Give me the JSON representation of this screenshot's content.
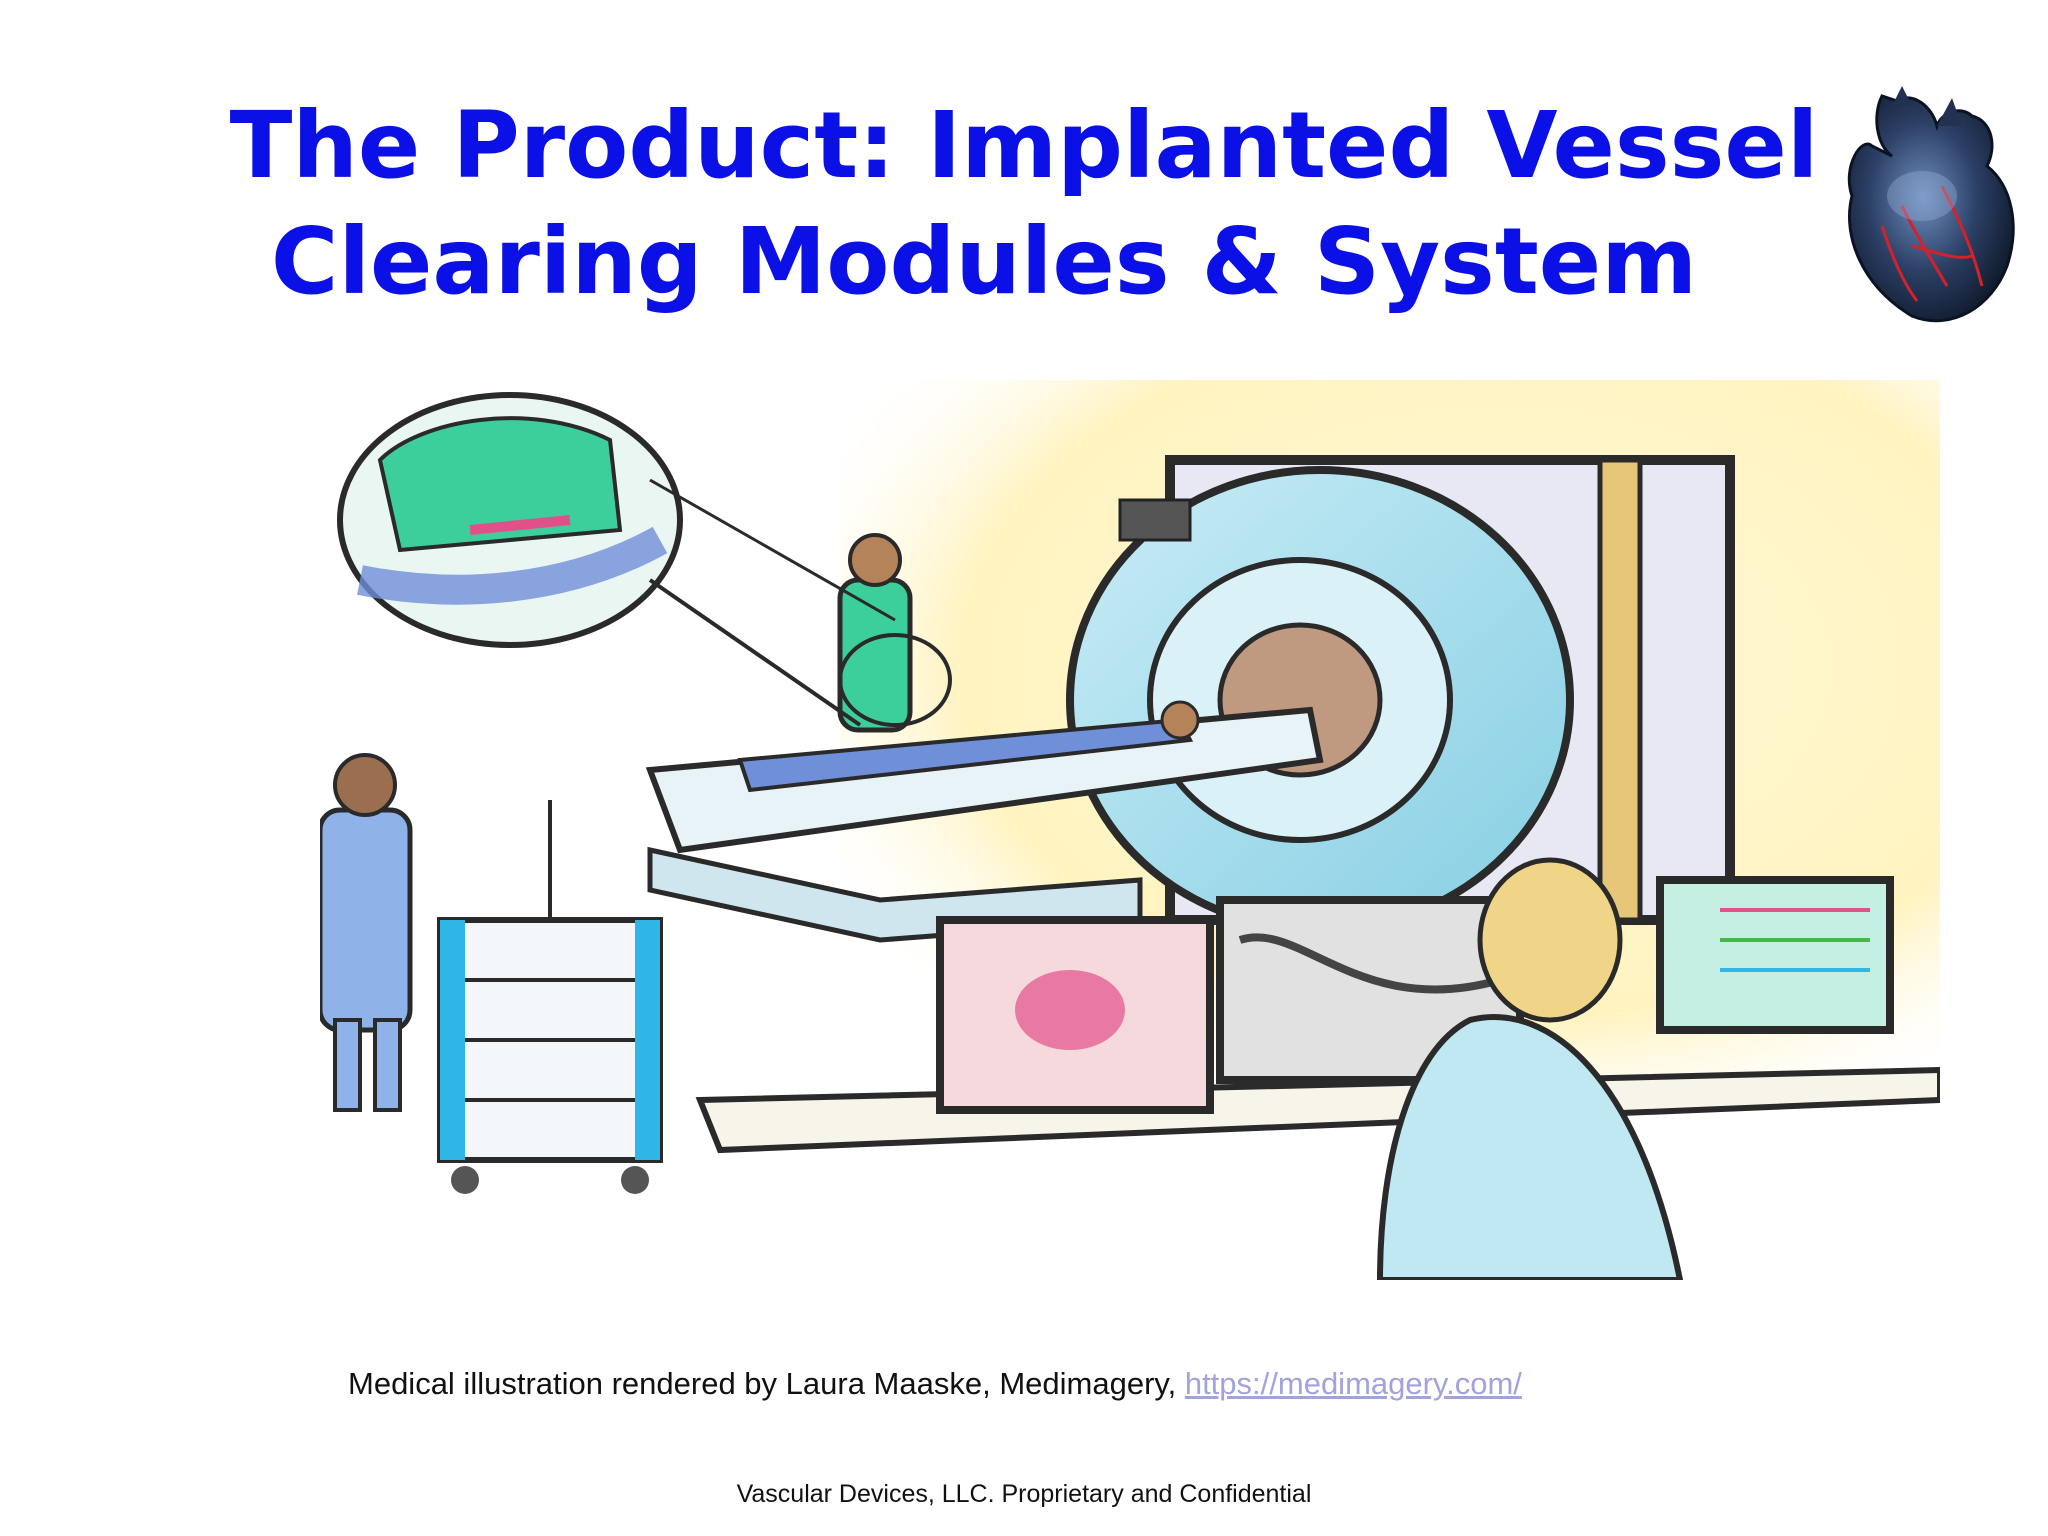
{
  "slide": {
    "title_line_1": "The Product: Implanted Vessel",
    "title_line_2": "Clearing Modules & System",
    "caption_text": "Medical illustration rendered by Laura Maaske, Medimagery, ",
    "caption_link": "https://medimagery.com/",
    "footer": "Vascular Devices, LLC. Proprietary and Confidential",
    "heart_icon": "heart-icon",
    "illustration_icon": "medical-illustration"
  },
  "colors": {
    "title": "#0a10e6",
    "link": "#a2a2dd",
    "text": "#111111"
  }
}
